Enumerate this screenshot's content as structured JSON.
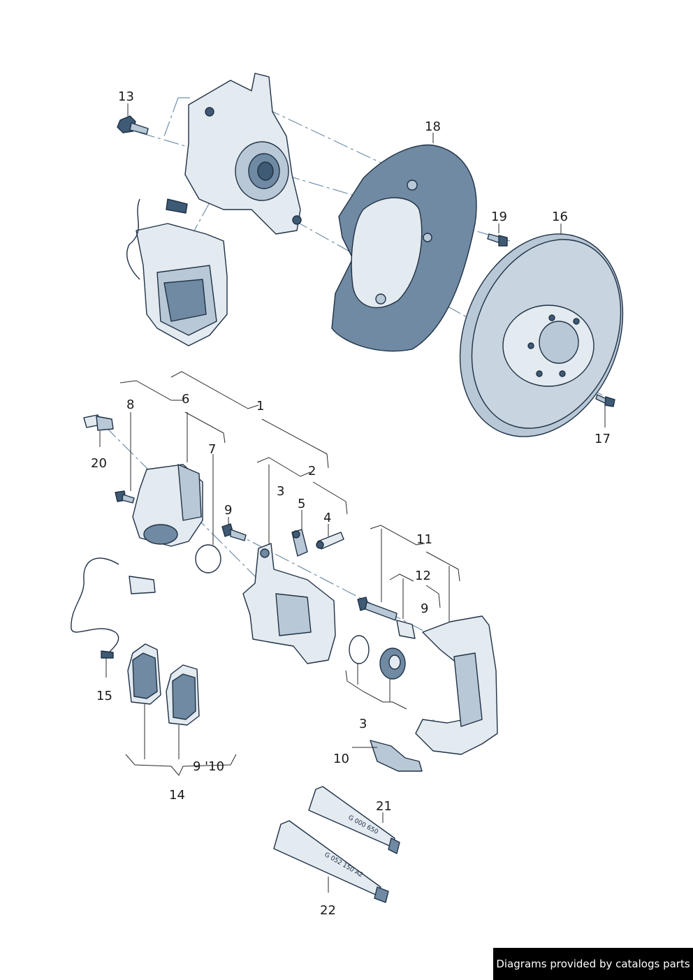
{
  "callouts": {
    "c1": "1",
    "c2": "2",
    "c3a": "3",
    "c3b": "3",
    "c4": "4",
    "c5": "5",
    "c6": "6",
    "c7": "7",
    "c8": "8",
    "c9a": "9",
    "c9b": "9",
    "c9_10": "9 '10",
    "c10": "10",
    "c11": "11",
    "c12": "12",
    "c13": "13",
    "c14": "14",
    "c15": "15",
    "c16": "16",
    "c17": "17",
    "c18": "18",
    "c19": "19",
    "c20": "20",
    "c21": "21",
    "c22": "22"
  },
  "tubes": {
    "t21": "G 000 650",
    "t22": "G 052 150 A2"
  },
  "watermark": "Diagrams provided by catalogs parts"
}
